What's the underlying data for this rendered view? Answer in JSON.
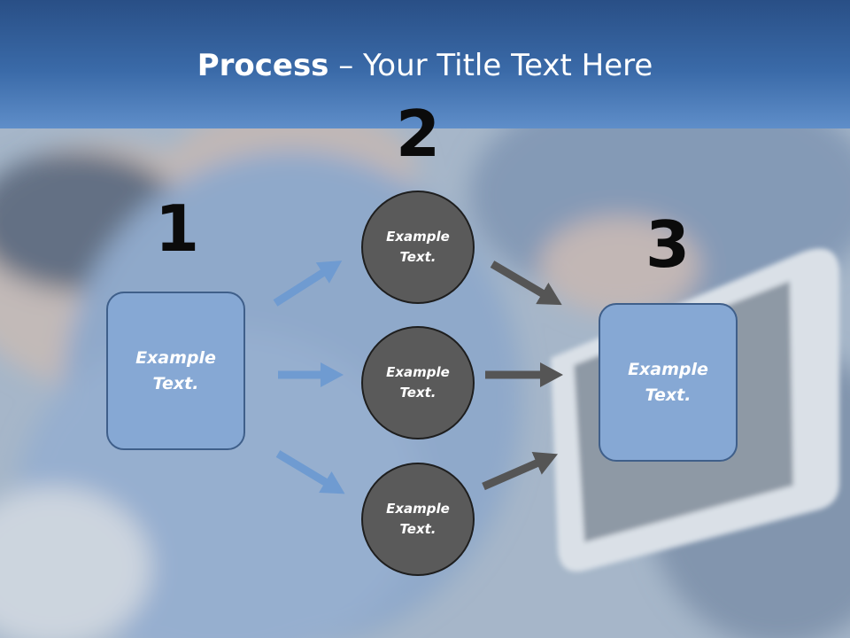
{
  "title": {
    "bold": "Process",
    "rest": " – Your Title Text Here"
  },
  "steps": [
    "1",
    "2",
    "3"
  ],
  "left_box": {
    "text": "Example\nText."
  },
  "right_box": {
    "text": "Example\nText."
  },
  "circles": [
    {
      "text": "Example\nText."
    },
    {
      "text": "Example\nText."
    },
    {
      "text": "Example\nText."
    }
  ],
  "colors": {
    "title_band": "#3a6aa8",
    "box_fill": "#86a8d4",
    "box_border": "#3f5f8a",
    "circle_fill": "#5a5a5a",
    "arrow_blue": "#6f9bd1",
    "arrow_gray": "#555555"
  }
}
